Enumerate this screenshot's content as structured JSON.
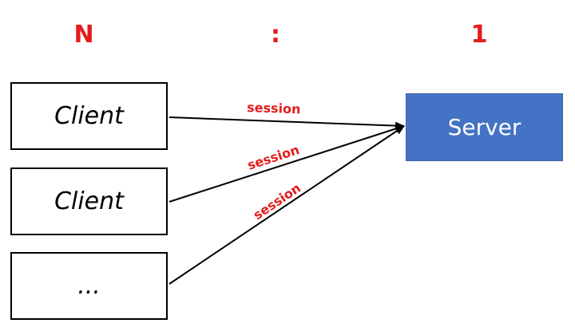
{
  "ratio": {
    "left": "N",
    "separator": ":",
    "right": "1"
  },
  "clients": [
    {
      "label": "Client"
    },
    {
      "label": "Client"
    },
    {
      "label": "..."
    }
  ],
  "server": {
    "label": "Server"
  },
  "connections": [
    {
      "label": "session"
    },
    {
      "label": "session"
    },
    {
      "label": "session"
    }
  ],
  "colors": {
    "accent": "#e51c1c",
    "server_fill": "#4472c4"
  }
}
